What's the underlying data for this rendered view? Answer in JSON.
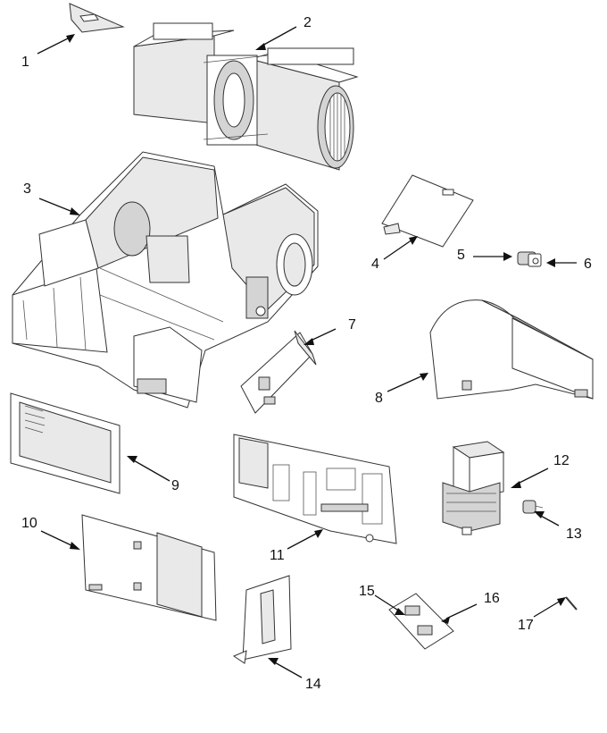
{
  "labels": [
    "1",
    "2",
    "3",
    "4",
    "5",
    "6",
    "7",
    "8",
    "9",
    "10",
    "11",
    "12",
    "13",
    "14",
    "15",
    "16",
    "17"
  ]
}
